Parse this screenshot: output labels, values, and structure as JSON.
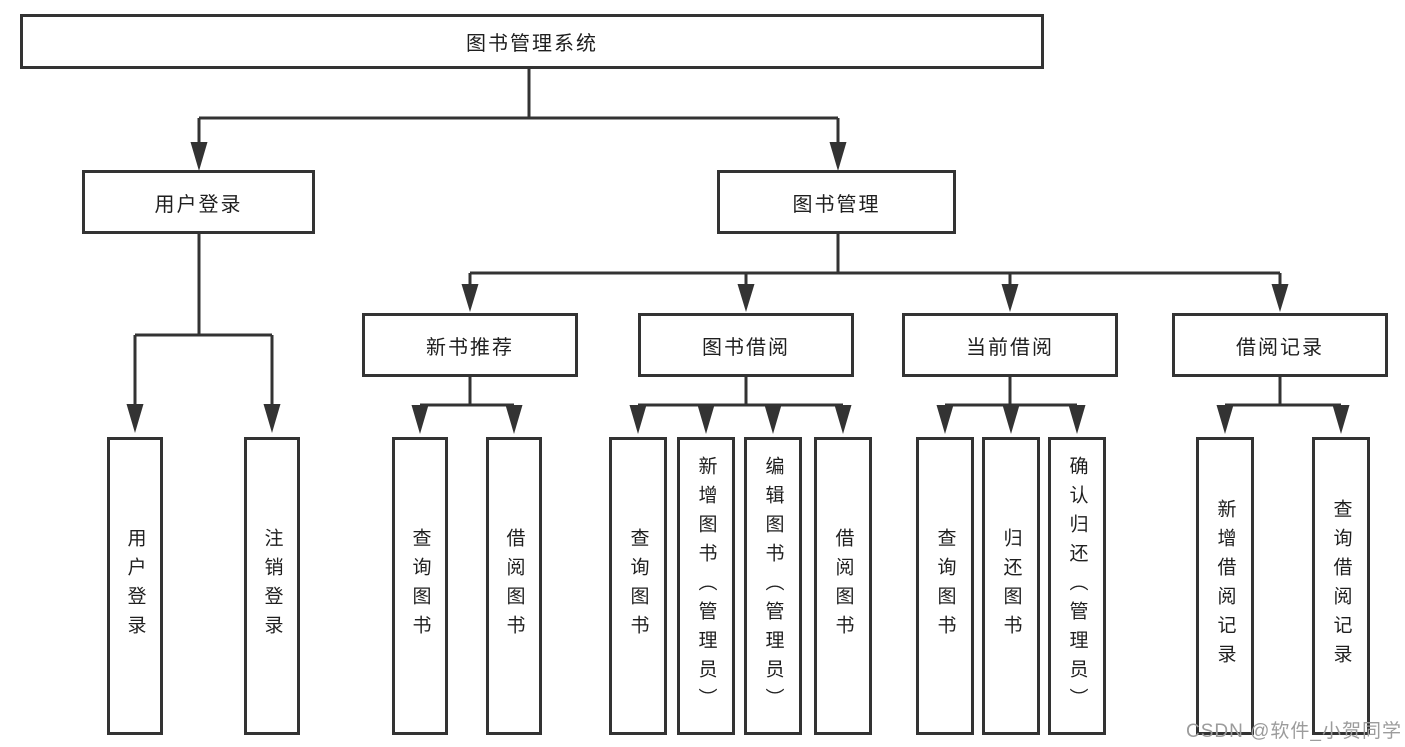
{
  "colors": {
    "line": "#333333",
    "text": "#1f1f1f",
    "background": "#ffffff",
    "watermark": "#9c9c9c"
  },
  "tree": {
    "root": {
      "label": "图书管理系统"
    },
    "branches": [
      {
        "label": "用户登录",
        "children": [
          {
            "label": "用户登录"
          },
          {
            "label": "注销登录"
          }
        ]
      },
      {
        "label": "图书管理",
        "children": [
          {
            "label": "新书推荐",
            "children": [
              {
                "label": "查询图书"
              },
              {
                "label": "借阅图书"
              }
            ]
          },
          {
            "label": "图书借阅",
            "children": [
              {
                "label": "查询图书"
              },
              {
                "label": "新增图书（管理员）"
              },
              {
                "label": "编辑图书（管理员）"
              },
              {
                "label": "借阅图书"
              }
            ]
          },
          {
            "label": "当前借阅",
            "children": [
              {
                "label": "查询图书"
              },
              {
                "label": "归还图书"
              },
              {
                "label": "确认归还（管理员）"
              }
            ]
          },
          {
            "label": "借阅记录",
            "children": [
              {
                "label": "新增借阅记录"
              },
              {
                "label": "查询借阅记录"
              }
            ]
          }
        ]
      }
    ]
  },
  "watermark": {
    "text": "CSDN @软件_小贺同学"
  }
}
